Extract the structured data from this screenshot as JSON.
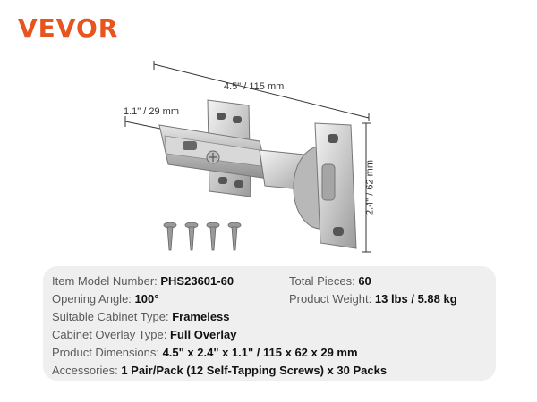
{
  "brand": {
    "logo_text": "VEVOR",
    "accent": "#e8541e"
  },
  "dimensions": {
    "length": "4.5\" / 115 mm",
    "width": "1.1\" / 29 mm",
    "height": "2.4\" / 62 mm"
  },
  "specs": {
    "model": {
      "label": "Item Model Number: ",
      "value": "PHS23601-60"
    },
    "total_pieces": {
      "label": "Total Pieces: ",
      "value": "60"
    },
    "opening_angle": {
      "label": "Opening Angle: ",
      "value": "100°"
    },
    "weight": {
      "label": "Product Weight: ",
      "value": "13 lbs / 5.88 kg"
    },
    "cabinet_type": {
      "label": "Suitable Cabinet Type: ",
      "value": "Frameless"
    },
    "overlay_type": {
      "label": "Cabinet Overlay Type: ",
      "value": "Full Overlay"
    },
    "product_dimensions": {
      "label": "Product Dimensions: ",
      "value": "4.5\" x 2.4\" x 1.1\" / 115 x 62 x 29 mm"
    },
    "accessories": {
      "label": "Accessories: ",
      "value": "1 Pair/Pack (12 Self-Tapping Screws) x 30 Packs"
    }
  }
}
